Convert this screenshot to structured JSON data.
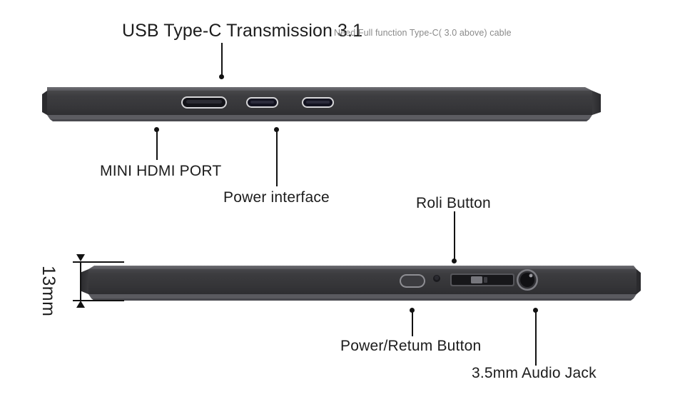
{
  "diagram": {
    "type": "product-port-diagram",
    "background_color": "#ffffff",
    "text_color": "#1c1c1c",
    "muted_text_color": "#8a8a8a",
    "device_body_color": "#3a3a3c",
    "device_edge_color": "#6e6e72"
  },
  "headline": {
    "title": "USB Type-C Transmission 3.1",
    "note": "Need Full function Type-C( 3.0 above) cable"
  },
  "callouts": {
    "mini_hdmi": "MINI HDMI PORT",
    "power_interface": "Power interface",
    "roll_button": "Roli Button",
    "power_return_button": "Power/Retum Button",
    "audio_jack": "3.5mm Audio Jack"
  },
  "dimension": {
    "thickness": "13mm"
  },
  "top_view": {
    "name": "top-edge-view",
    "ports": [
      {
        "name": "mini-hdmi-port",
        "label": "MINI HDMI PORT",
        "type": "mini-hdmi"
      },
      {
        "name": "usb-c-port-power",
        "label": "Power interface",
        "type": "usb-c"
      },
      {
        "name": "usb-c-port-data",
        "label": "USB Type-C Transmission 3.1",
        "type": "usb-c"
      }
    ]
  },
  "bottom_view": {
    "name": "bottom-edge-view",
    "controls": [
      {
        "name": "power-return-button",
        "label": "Power/Retum Button",
        "type": "button"
      },
      {
        "name": "led-indicator",
        "label": "",
        "type": "led"
      },
      {
        "name": "roll-button",
        "label": "Roli Button",
        "type": "roller-switch"
      },
      {
        "name": "audio-jack",
        "label": "3.5mm Audio Jack",
        "type": "jack-3.5mm"
      }
    ]
  }
}
